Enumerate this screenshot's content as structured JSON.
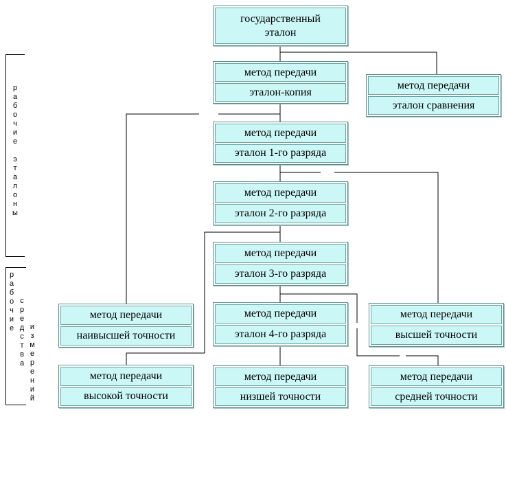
{
  "nodes": {
    "state": {
      "line1": "государственный эталон"
    },
    "copy": {
      "line1": "метод передачи",
      "line2": "эталон-копия"
    },
    "comparison": {
      "line1": "метод передачи",
      "line2": "эталон сравнения"
    },
    "rank1": {
      "line1": "метод передачи",
      "line2": "эталон 1-го разряда"
    },
    "rank2": {
      "line1": "метод передачи",
      "line2": "эталон 2-го разряда"
    },
    "rank3": {
      "line1": "метод передачи",
      "line2": "эталон 3-го разряда"
    },
    "rank4": {
      "line1": "метод передачи",
      "line2": "эталон 4-го разряда"
    },
    "highest": {
      "line1": "метод передачи",
      "line2": "наивысшей точности"
    },
    "higher": {
      "line1": "метод передачи",
      "line2": "высшей точности"
    },
    "high": {
      "line1": "метод передачи",
      "line2": "высокой точности"
    },
    "lowest": {
      "line1": "метод передачи",
      "line2": "низшей точности"
    },
    "medium": {
      "line1": "метод передачи",
      "line2": "средней точности"
    }
  },
  "side_labels": {
    "working_standards": "рабочие эталоны",
    "working_means": [
      "рабочие",
      "средства",
      "измерений"
    ]
  },
  "colors": {
    "cell_fill": "#ccf7f7",
    "cell_border": "#6aa3a3",
    "line": "#000000"
  }
}
